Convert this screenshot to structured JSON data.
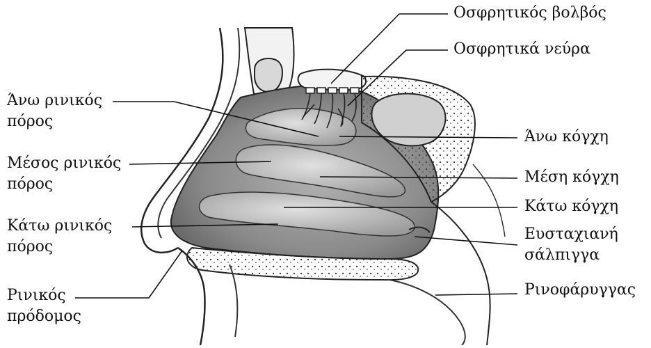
{
  "labels": {
    "olfactory_bulb": "Οσφρητικός βολβός",
    "olfactory_nerves": "Οσφρητικά νεύρα",
    "superior_meatus_line1": "Άνω ρινικός",
    "superior_meatus_line2": "πόρος",
    "middle_meatus_line1": "Μέσος ρινικός",
    "middle_meatus_line2": "πόρος",
    "inferior_meatus_line1": "Κάτω ρινικός",
    "inferior_meatus_line2": "πόρος",
    "vestibule_line1": "Ρινικός",
    "vestibule_line2": "πρόδομος",
    "superior_concha": "Άνω κόγχη",
    "middle_concha": "Μέση κόγχη",
    "inferior_concha": "Κάτω κόγχη",
    "eustachian_line1": "Ευσταχιανή",
    "eustachian_line2": "σάλπιγγα",
    "nasopharynx": "Ρινοφάρυγγας"
  },
  "colors": {
    "ink": "#111111",
    "cavity_shade": "#8f8f8f",
    "concha_shade": "#b9b9b9",
    "bone_fill": "#f2f2f2",
    "background": "#ffffff"
  }
}
